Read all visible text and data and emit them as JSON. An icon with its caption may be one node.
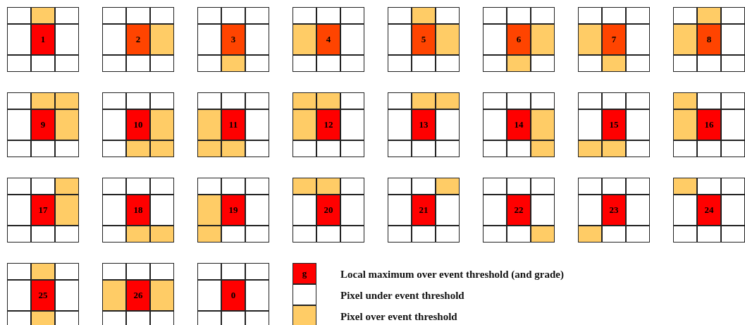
{
  "diagram": {
    "nodes": [
      {
        "text": [
          "1"
        ]
      },
      {
        "text": [
          "2"
        ]
      },
      {
        "text": [
          "3"
        ]
      },
      {
        "text": [
          "4"
        ]
      },
      {
        "text": [
          "5"
        ]
      },
      {
        "text": [
          "6"
        ]
      },
      {
        "text": [
          "7"
        ]
      },
      {
        "text": [
          "8"
        ]
      },
      {
        "text": [
          "9"
        ]
      },
      {
        "text": [
          "10"
        ]
      },
      {
        "text": [
          "11"
        ]
      },
      {
        "text": [
          "12"
        ]
      },
      {
        "text": [
          "13"
        ]
      },
      {
        "text": [
          "14"
        ]
      },
      {
        "text": [
          "15"
        ]
      },
      {
        "text": [
          "16"
        ]
      },
      {
        "text": [
          "17"
        ]
      },
      {
        "text": [
          "18"
        ]
      },
      {
        "text": [
          "19"
        ]
      },
      {
        "text": [
          "20"
        ]
      },
      {
        "text": [
          "21"
        ]
      },
      {
        "text": [
          "22"
        ]
      },
      {
        "text": [
          "23"
        ]
      },
      {
        "text": [
          "24"
        ]
      },
      {
        "text": [
          "25"
        ]
      },
      {
        "text": [
          "26"
        ]
      },
      {
        "text": [
          "0"
        ]
      }
    ],
    "labels": [
      "g"
    ],
    "legend": [
      {
        "text": "Local maximum over event threshold (and grade)",
        "color": "#ff0000"
      },
      {
        "text": "Pixel under event threshold",
        "color": "#ffffff"
      },
      {
        "text": "Pixel over event threshold",
        "color": "#ffcc66"
      }
    ]
  }
}
